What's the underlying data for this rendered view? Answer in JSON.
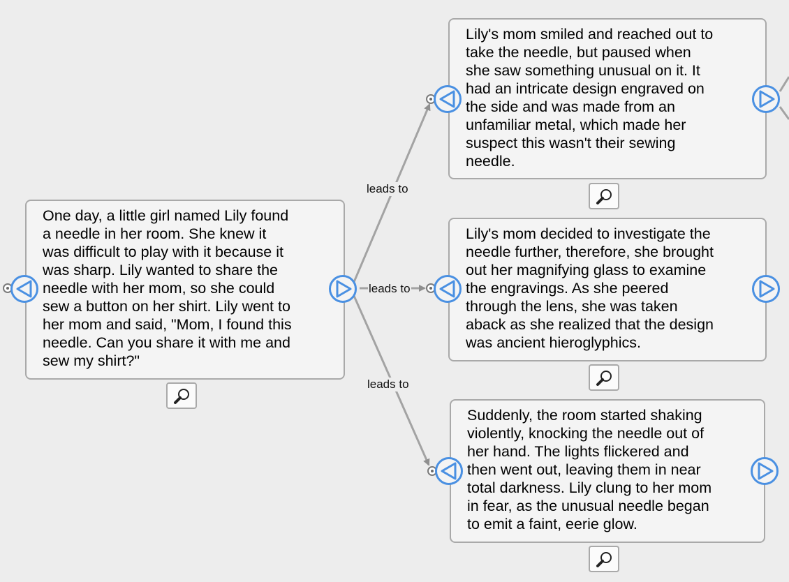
{
  "nodes": {
    "root": {
      "text": "One day, a little girl named Lily found\na needle in her room. She knew it\nwas difficult to play with it because it\nwas sharp. Lily wanted to share the\nneedle with her mom, so she could\nsew a button on her shirt. Lily went to\nher mom and said, \"Mom, I found this\nneedle. Can you share it with me and\nsew my shirt?\""
    },
    "branch1": {
      "text": "Lily's mom smiled and reached out to\ntake the needle, but paused when\nshe saw something unusual on it. It\nhad an intricate design engraved on\nthe side and was made from an\nunfamiliar metal, which made her\nsuspect this wasn't their sewing\nneedle."
    },
    "branch2": {
      "text": "Lily's mom decided to investigate the\nneedle further, therefore, she brought\nout her magnifying glass to examine\nthe engravings. As she peered\nthrough the lens, she was taken\naback as she realized that the design\nwas ancient hieroglyphics."
    },
    "branch3": {
      "text": "Suddenly, the room started shaking\nviolently, knocking the needle out of\nher hand. The lights flickered and\nthen went out, leaving them in near\ntotal darkness. Lily clung to her mom\nin fear, as the unusual needle began\nto emit a faint, eerie glow."
    }
  },
  "edges": [
    {
      "from": "root",
      "to": "branch1",
      "label": "leads to"
    },
    {
      "from": "root",
      "to": "branch2",
      "label": "leads to"
    },
    {
      "from": "root",
      "to": "branch3",
      "label": "leads to"
    }
  ],
  "icons": {
    "input_port": "triangle-left-icon",
    "output_port": "triangle-right-icon",
    "zoom": "magnifier-icon"
  },
  "colors": {
    "port": "#4a90e2",
    "edge": "#a3a3a3",
    "node_border": "#a9a9a9",
    "node_fill": "#f4f4f4",
    "canvas": "#ededed"
  }
}
